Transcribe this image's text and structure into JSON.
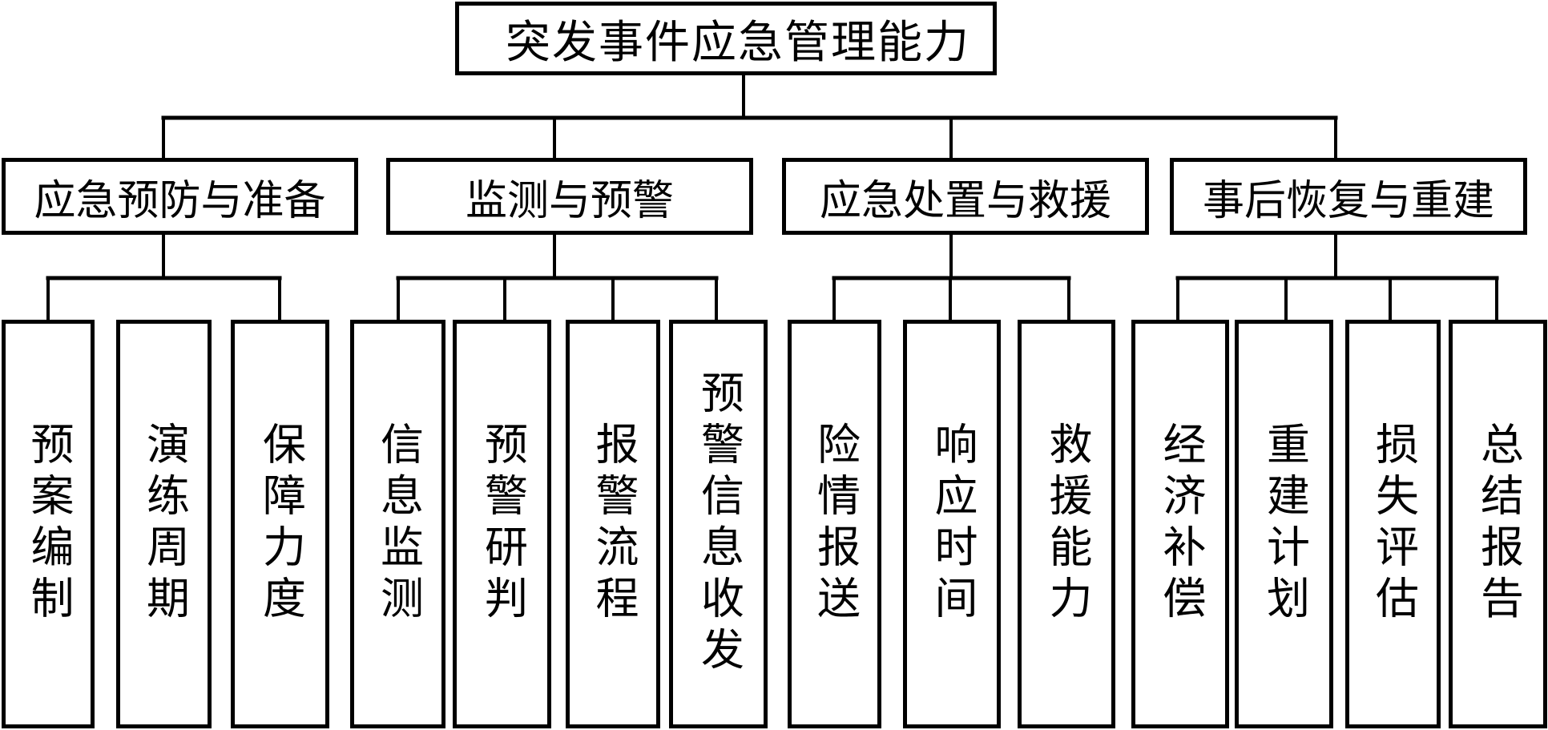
{
  "diagram": {
    "type": "hierarchy-tree",
    "root": "突发事件应急管理能力",
    "categories": [
      {
        "label": "应急预防与准备",
        "children": [
          "预案编制",
          "演练周期",
          "保障力度"
        ]
      },
      {
        "label": "监测与预警",
        "children": [
          "信息监测",
          "预警研判",
          "报警流程",
          "预警信息收发"
        ]
      },
      {
        "label": "应急处置与救援",
        "children": [
          "险情报送",
          "响应时间",
          "救援能力"
        ]
      },
      {
        "label": "事后恢复与重建",
        "children": [
          "经济补偿",
          "重建计划",
          "损失评估",
          "总结报告"
        ]
      }
    ],
    "colors": {
      "line": "#000000",
      "background": "#ffffff",
      "text": "#000000"
    }
  }
}
